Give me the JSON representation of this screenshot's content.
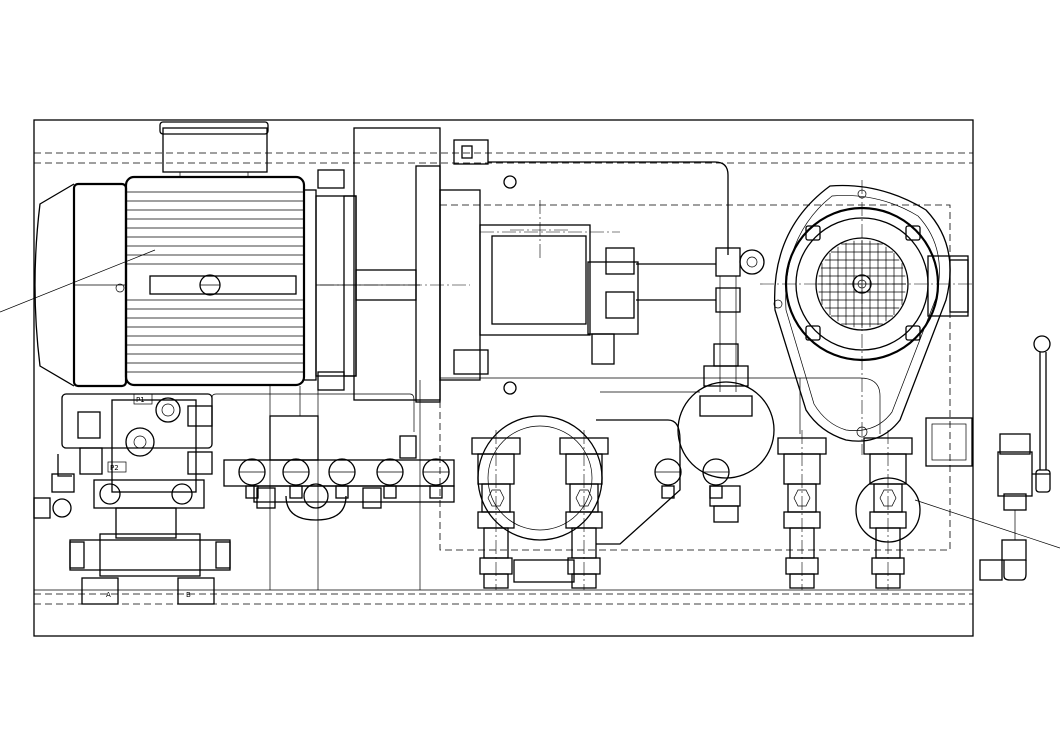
{
  "labels": {
    "p1": "P1",
    "p2": "P2",
    "a": "A",
    "b": "B"
  },
  "colors": {
    "line": "#000000",
    "background": "#ffffff"
  }
}
